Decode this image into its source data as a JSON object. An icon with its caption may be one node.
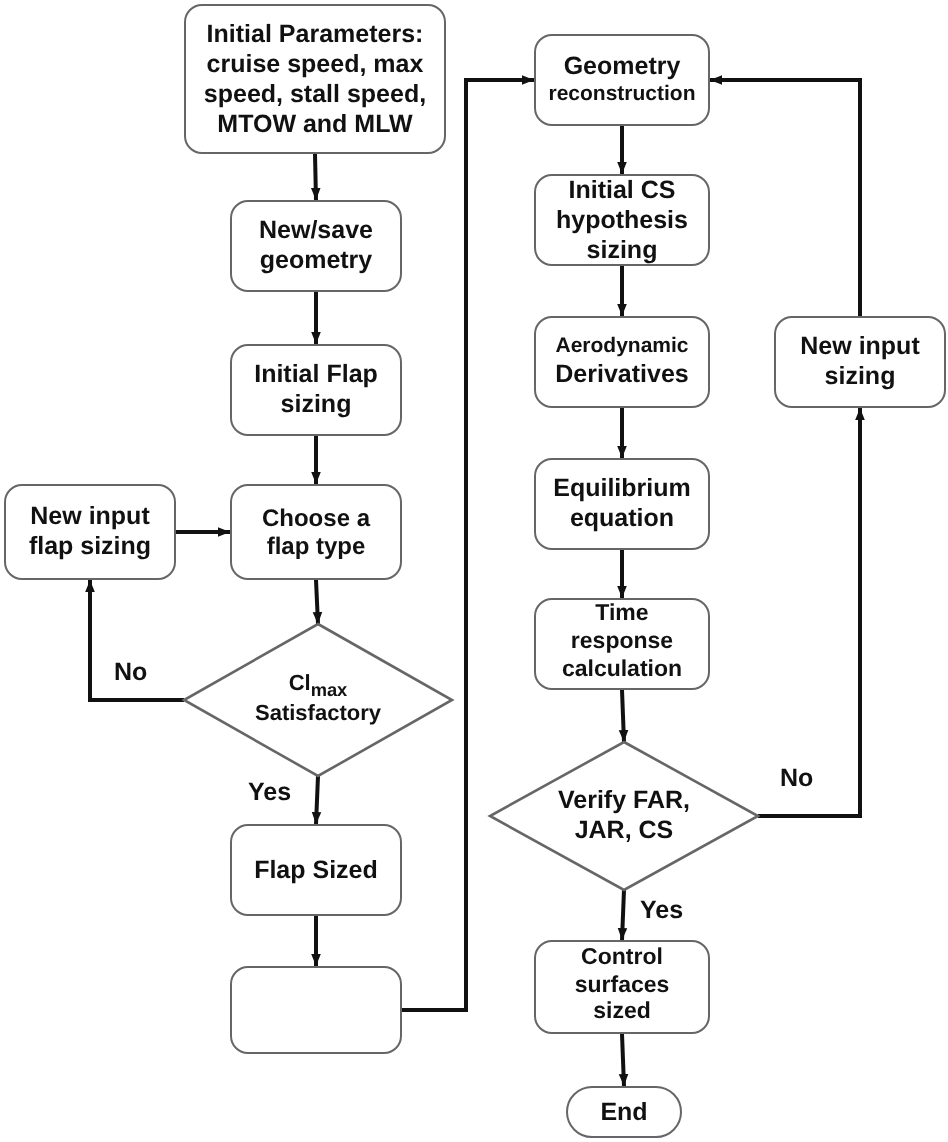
{
  "diagram": {
    "nodes": [
      {
        "text": [
          "Initial Parameters: cruise speed, max speed, stall speed, MTOW and MLW"
        ]
      },
      {
        "text": [
          "New/save geometry"
        ]
      },
      {
        "text": [
          "Initial Flap sizing"
        ]
      },
      {
        "text": [
          "New input flap sizing"
        ]
      },
      {
        "text": [
          "Choose a flap type"
        ]
      },
      {
        "text": [
          "Cl$_{max}$ Satisfactory"
        ]
      },
      {
        "text": [
          "Flap Sized"
        ]
      },
      {
        "text": [],
        "shape": "box"
      },
      {
        "text": [
          "Geometry",
          "reconstruction"
        ]
      },
      {
        "text": [
          "Initial CS hypothesis sizing"
        ]
      },
      {
        "text": [
          "Aerodynamic",
          "Derivatives"
        ]
      },
      {
        "text": [
          "Equilibrium equation"
        ]
      },
      {
        "text": [
          "Time response calculation"
        ]
      },
      {
        "text": [
          "Verify FAR, JAR, CS"
        ]
      },
      {
        "text": [
          "Control surfaces sized"
        ]
      },
      {
        "text": [
          "End"
        ]
      },
      {
        "text": [
          "New input sizing"
        ]
      }
    ],
    "edges": [
      {
        "from": 0,
        "to": 1,
        "arrow": "to"
      },
      {
        "from": 1,
        "to": 2,
        "arrow": "to"
      },
      {
        "from": 2,
        "to": 4,
        "arrow": "to"
      },
      {
        "from": 3,
        "to": 4,
        "arrow": "to"
      },
      {
        "from": 4,
        "to": 5,
        "arrow": "to"
      },
      {
        "from": 5,
        "to": 3,
        "arrow": "to",
        "label": "No"
      },
      {
        "from": 5,
        "to": 6,
        "arrow": "to",
        "label": "Yes"
      },
      {
        "from": 6,
        "to": 7,
        "arrow": "to"
      },
      {
        "from": 7,
        "to": 8,
        "arrow": "to"
      },
      {
        "from": 8,
        "to": 9,
        "arrow": "to"
      },
      {
        "from": 9,
        "to": 10,
        "arrow": "to"
      },
      {
        "from": 10,
        "to": 11,
        "arrow": "to"
      },
      {
        "from": 11,
        "to": 12,
        "arrow": "to"
      },
      {
        "from": 12,
        "to": 13,
        "arrow": "to"
      },
      {
        "from": 13,
        "to": 16,
        "arrow": "to",
        "label": "No"
      },
      {
        "from": 16,
        "to": 8,
        "arrow": "to"
      },
      {
        "from": 13,
        "to": 14,
        "arrow": "to",
        "label": "Yes"
      },
      {
        "from": 14,
        "to": 15,
        "arrow": "to"
      }
    ]
  }
}
